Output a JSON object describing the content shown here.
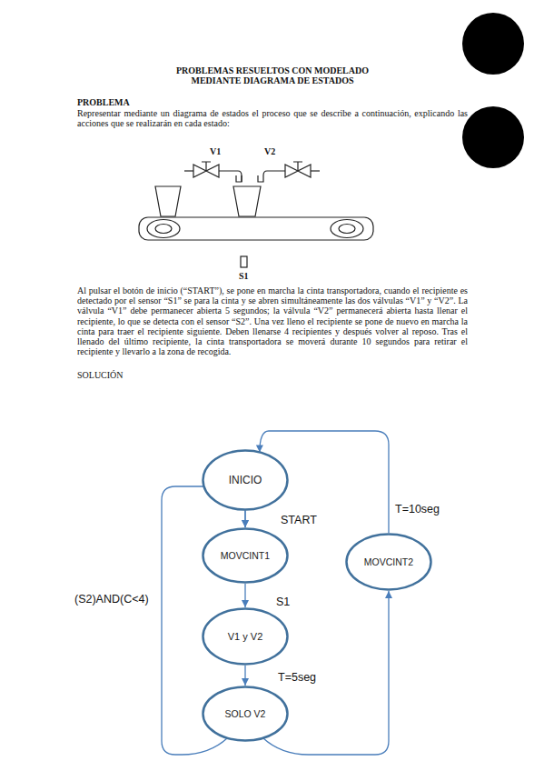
{
  "diagram": {
    "title": "PROBLEMAS RESUELTOS CON MODELADO MEDIANTE DIAGRAMA DE ESTADOS",
    "nodes": [
      {
        "text": [
          "INICIO"
        ]
      },
      {
        "text": [
          "MOVCINT1"
        ]
      },
      {
        "text": [
          "V1 y V2"
        ]
      },
      {
        "text": [
          "SOLO V2"
        ]
      },
      {
        "text": [
          "MOVCINT2"
        ]
      }
    ],
    "edges": [
      {
        "from": 0,
        "to": 1,
        "label": "START",
        "arrow": "to"
      },
      {
        "from": 1,
        "to": 2,
        "label": "S1",
        "arrow": "to"
      },
      {
        "from": 2,
        "to": 3,
        "label": "T=5seg",
        "arrow": "to"
      },
      {
        "from": 3,
        "to": 1,
        "label": "(S2)AND(C<4)",
        "arrow": "to"
      },
      {
        "from": 3,
        "to": 4,
        "arrow": "to"
      },
      {
        "from": 4,
        "to": 0,
        "label": "T=10seg",
        "arrow": "to"
      }
    ],
    "labels": [
      "PROBLEMA",
      "Representar mediante un diagrama de estados el proceso que se describe a continuación, explicando las acciones que se realizarán en cada estado:",
      "V1",
      "V2",
      "S1",
      "Al pulsar el botón de inicio (“START”), se pone en marcha la cinta transportadora, cuando el recipiente es detectado por el sensor “S1” se para la cinta y se abren simultáneamente las dos válvulas “V1” y “V2”. La válvula “V1” debe permanecer abierta 5 segundos; la válvula “V2” permanecerá abierta hasta llenar el recipiente, lo que se detecta con el sensor “S2”. Una vez lleno el recipiente se pone de nuevo en marcha la cinta para traer el recipiente siguiente. Deben llenarse 4 recipientes y después volver al reposo. Tras el llenado del último recipiente, la cinta transportadora se moverá durante 10 segundos para retirar el recipiente y llevarlo a la zona de recogida.",
      "SOLUCIÓN"
    ]
  }
}
